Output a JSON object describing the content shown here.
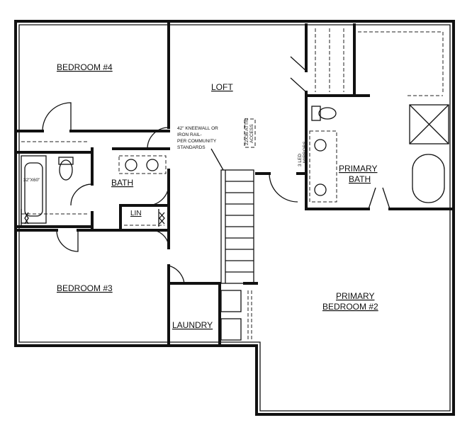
{
  "rooms": {
    "bedroom4": "BEDROOM #4",
    "loft": "LOFT",
    "bedroom3": "BEDROOM #3",
    "bath": "BATH",
    "linen": "LIN",
    "laundry": "LAUNDRY",
    "primary_bath_1": "PRIMARY",
    "primary_bath_2": "BATH",
    "primary_bedroom_1": "PRIMARY",
    "primary_bedroom_2": "BEDROOM #2"
  },
  "notes": {
    "tub_size": "32\"X60\"",
    "kneewall_1": "42\" KNEEWALL OR",
    "kneewall_2": "IRON RAIL-",
    "kneewall_3": "PER COMMUNITY",
    "kneewall_4": "STANDARDS",
    "attic_1": "22X36 ATTIC",
    "attic_2": "ACCESS",
    "mirrors_1": "3 LED",
    "mirrors_2": "MIRRORS"
  }
}
